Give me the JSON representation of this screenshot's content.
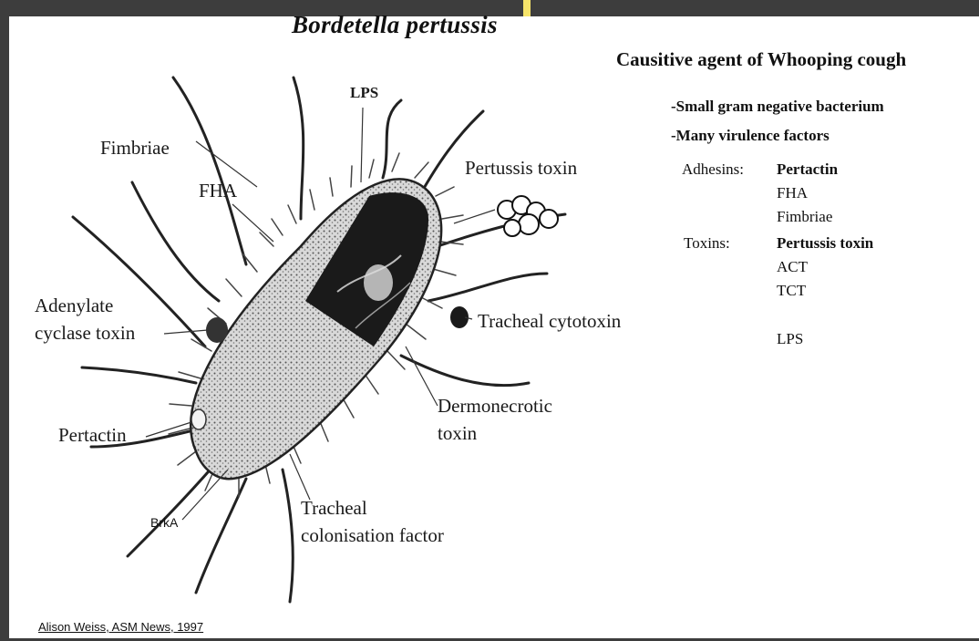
{
  "title": "Bordetella pertussis",
  "subtitle": "Causitive agent of Whooping cough",
  "bullets": [
    "-Small gram negative bacterium",
    "-Many virulence factors"
  ],
  "adhesins": {
    "heading": "Adhesins:",
    "items": [
      "Pertactin",
      "FHA",
      "Fimbriae"
    ]
  },
  "toxins": {
    "heading": "Toxins:",
    "items": [
      "Pertussis toxin",
      "ACT",
      "TCT"
    ]
  },
  "extra_item": "LPS",
  "labels": {
    "lps": "LPS",
    "fimbriae": "Fimbriae",
    "fha": "FHA",
    "pertussis_toxin": "Pertussis toxin",
    "adenylate_line1": "Adenylate",
    "adenylate_line2": "cyclase toxin",
    "tracheal_cytotoxin": "Tracheal cytotoxin",
    "pertactin": "Pertactin",
    "dermonecrotic_line1": "Dermonecrotic",
    "dermonecrotic_line2": "toxin",
    "brk": "BrkA",
    "tracheal_colon_line1": "Tracheal",
    "tracheal_colon_line2": "colonisation factor"
  },
  "credit": "Alison Weiss, ASM News, 1997",
  "colors": {
    "frame": "#3d3d3d",
    "accent": "#f6e46a"
  }
}
